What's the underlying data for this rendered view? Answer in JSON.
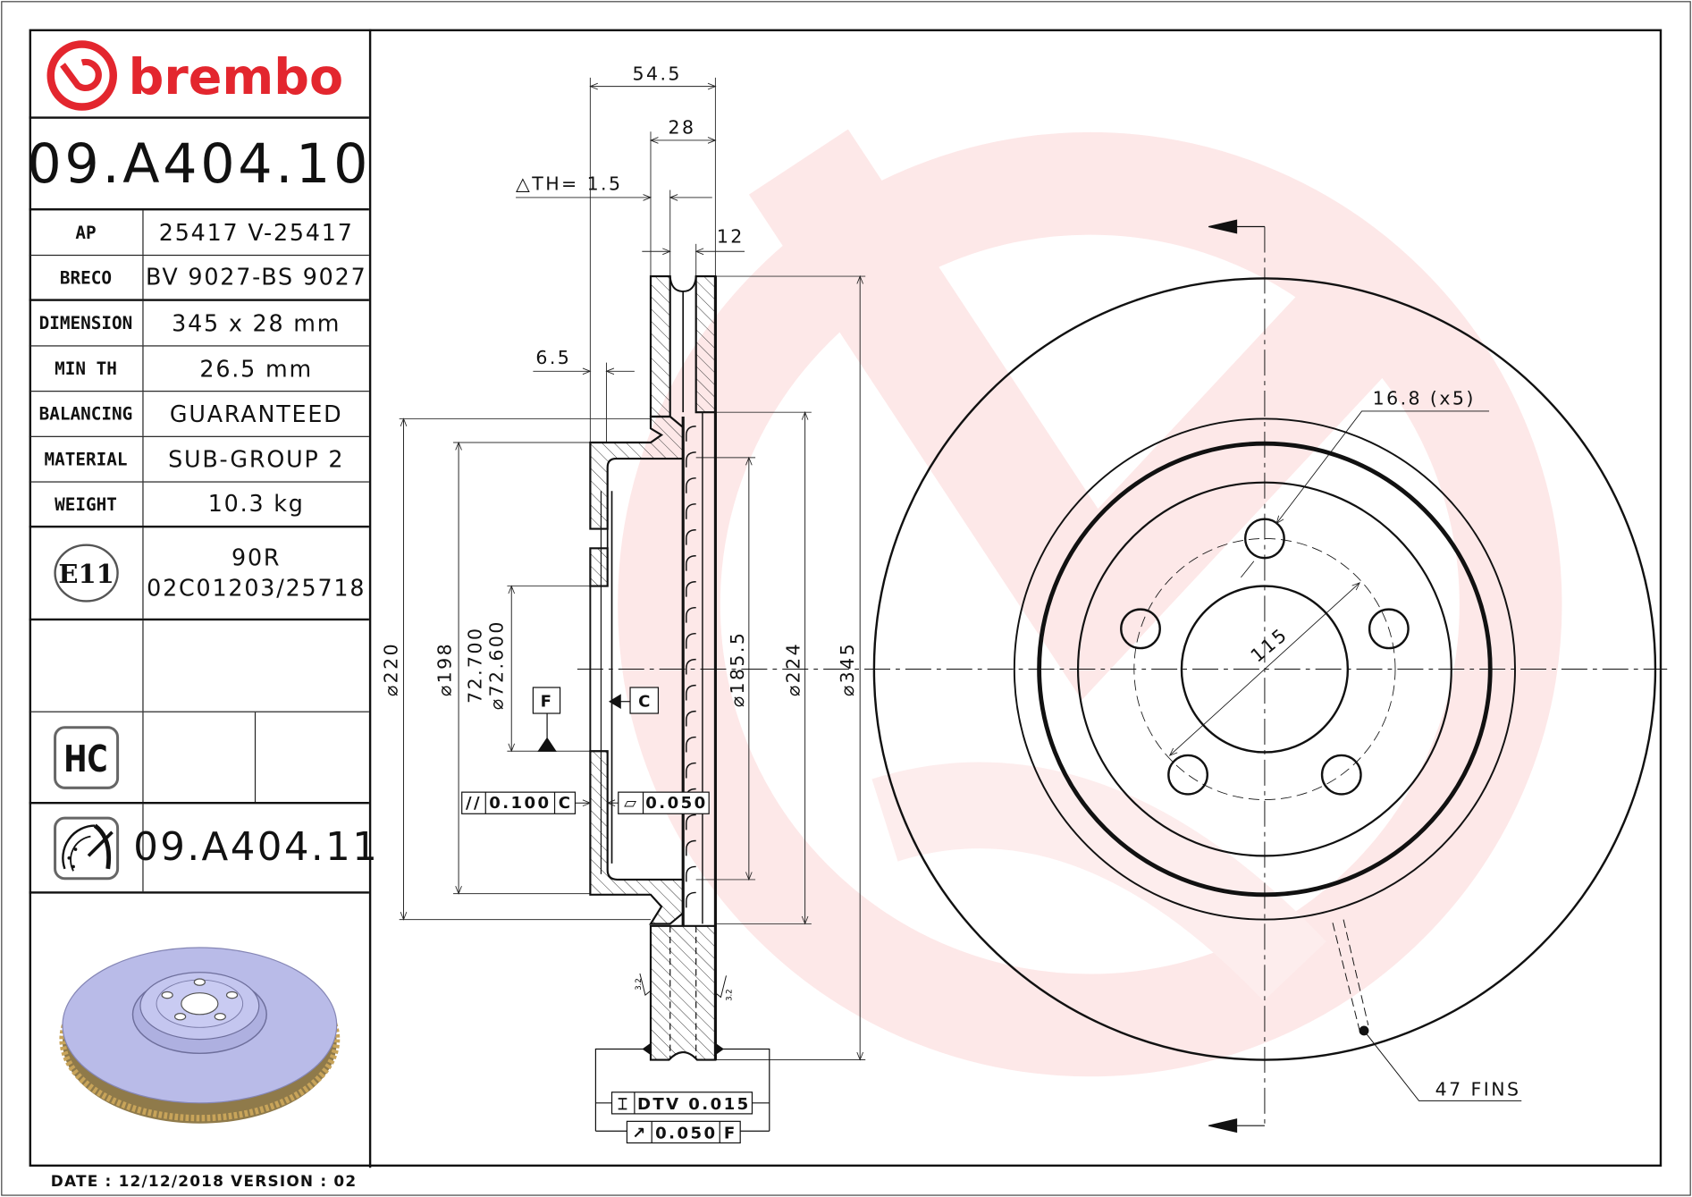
{
  "brand": {
    "name": "brembo",
    "color": "#e3262e"
  },
  "part_number": "09.A404.10",
  "specs": [
    {
      "label": "AP",
      "value": "25417 V-25417"
    },
    {
      "label": "BRECO",
      "value": "BV 9027-BS 9027"
    },
    {
      "label": "DIMENSION",
      "value": "345 x 28 mm"
    },
    {
      "label": "MIN TH",
      "value": "26.5 mm"
    },
    {
      "label": "BALANCING",
      "value": "GUARANTEED"
    },
    {
      "label": "MATERIAL",
      "value": "SUB-GROUP 2"
    },
    {
      "label": "WEIGHT",
      "value": "10.3 kg"
    }
  ],
  "certification": {
    "mark": "E11",
    "line1": "90R",
    "line2": "02C01203/25718"
  },
  "hc_badge": "HC",
  "alt_part_number": "09.A404.11",
  "footer": "DATE : 12/12/2018 VERSION : 02",
  "section_dims": {
    "overall_width": "54.5",
    "thickness": "28",
    "delta_th": "△TH= 1.5",
    "vent": "12",
    "hat_wall": "6.5",
    "d220": "⌀220",
    "d198": "⌀198",
    "bore_max": "72.700",
    "bore_min": "⌀72.600",
    "d185": "⌀185.5",
    "d224": "⌀224",
    "d345": "⌀345",
    "roughness": "3.2"
  },
  "datums": {
    "f": "F",
    "c": "C"
  },
  "tolerances": {
    "parallelism": {
      "symbol": "//",
      "value": "0.100",
      "datum": "C"
    },
    "flatness": {
      "symbol": "▱",
      "value": "0.050"
    },
    "dtv": {
      "symbol": "⌶",
      "value": "DTV 0.015"
    },
    "runout": {
      "symbol": "↗",
      "value": "0.050",
      "datum": "F"
    }
  },
  "front_view": {
    "bolt_holes": "16.8 (x5)",
    "pcd": "115",
    "fins": "47 FINS"
  },
  "colors": {
    "watermark": "#fde6e6",
    "render_face": "#b9bbe8",
    "render_edge": "#c8a45a"
  }
}
